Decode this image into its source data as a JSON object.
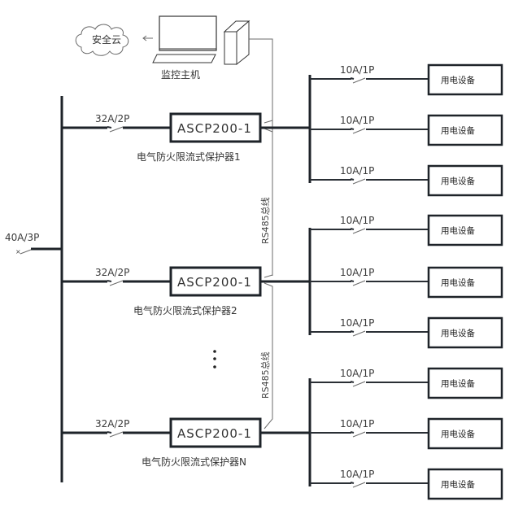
{
  "title": "电气防火限流式保护器系统图",
  "cloud": {
    "label": "安全云",
    "icon": "cloud-icon"
  },
  "host": {
    "label": "监控主机",
    "icon": "computer-icon"
  },
  "main_breaker": {
    "label": "40A/3P"
  },
  "bus_label": "RS485总线",
  "ellipsis": "⋮",
  "protectors": [
    {
      "breaker": "32A/2P",
      "model": "ASCP200-1",
      "name": "电气防火限流式保护器1",
      "branches": [
        {
          "breaker": "10A/1P",
          "device": "用电设备"
        },
        {
          "breaker": "10A/1P",
          "device": "用电设备"
        },
        {
          "breaker": "10A/1P",
          "device": "用电设备"
        }
      ]
    },
    {
      "breaker": "32A/2P",
      "model": "ASCP200-1",
      "name": "电气防火限流式保护器2",
      "branches": [
        {
          "breaker": "10A/1P",
          "device": "用电设备"
        },
        {
          "breaker": "10A/1P",
          "device": "用电设备"
        },
        {
          "breaker": "10A/1P",
          "device": "用电设备"
        }
      ]
    },
    {
      "breaker": "32A/2P",
      "model": "ASCP200-1",
      "name": "电气防火限流式保护器N",
      "branches": [
        {
          "breaker": "10A/1P",
          "device": "用电设备"
        },
        {
          "breaker": "10A/1P",
          "device": "用电设备"
        },
        {
          "breaker": "10A/1P",
          "device": "用电设备"
        }
      ]
    }
  ]
}
